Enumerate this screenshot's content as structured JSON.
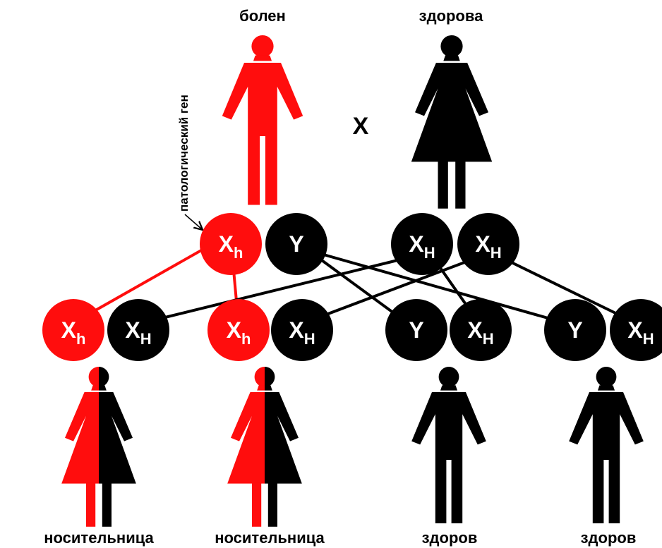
{
  "colors": {
    "affected": "#ff0d0d",
    "healthy": "#000000",
    "background": "#ffffff"
  },
  "parents": {
    "father": {
      "status": "болен",
      "figure": "male-figure-icon",
      "fill": "affected"
    },
    "mother": {
      "status": "здорова",
      "figure": "female-figure-icon",
      "fill": "healthy"
    },
    "cross_symbol": "X"
  },
  "annotation": "патологический ген",
  "gametes": {
    "father": [
      {
        "base": "X",
        "sub": "h",
        "color": "affected"
      },
      {
        "base": "Y",
        "sub": "",
        "color": "healthy"
      }
    ],
    "mother": [
      {
        "base": "X",
        "sub": "H",
        "color": "healthy"
      },
      {
        "base": "X",
        "sub": "H",
        "color": "healthy"
      }
    ]
  },
  "offspring": [
    {
      "status": "носительница",
      "figure": "female-figure-icon",
      "fill": "half",
      "genotype": [
        {
          "base": "X",
          "sub": "h",
          "color": "affected"
        },
        {
          "base": "X",
          "sub": "H",
          "color": "healthy"
        }
      ]
    },
    {
      "status": "носительница",
      "figure": "female-figure-icon",
      "fill": "half",
      "genotype": [
        {
          "base": "X",
          "sub": "h",
          "color": "affected"
        },
        {
          "base": "X",
          "sub": "H",
          "color": "healthy"
        }
      ]
    },
    {
      "status": "здоров",
      "figure": "male-figure-icon",
      "fill": "healthy",
      "genotype": [
        {
          "base": "Y",
          "sub": "",
          "color": "healthy"
        },
        {
          "base": "X",
          "sub": "H",
          "color": "healthy"
        }
      ]
    },
    {
      "status": "здоров",
      "figure": "male-figure-icon",
      "fill": "healthy",
      "genotype": [
        {
          "base": "Y",
          "sub": "",
          "color": "healthy"
        },
        {
          "base": "X",
          "sub": "H",
          "color": "healthy"
        }
      ]
    }
  ]
}
